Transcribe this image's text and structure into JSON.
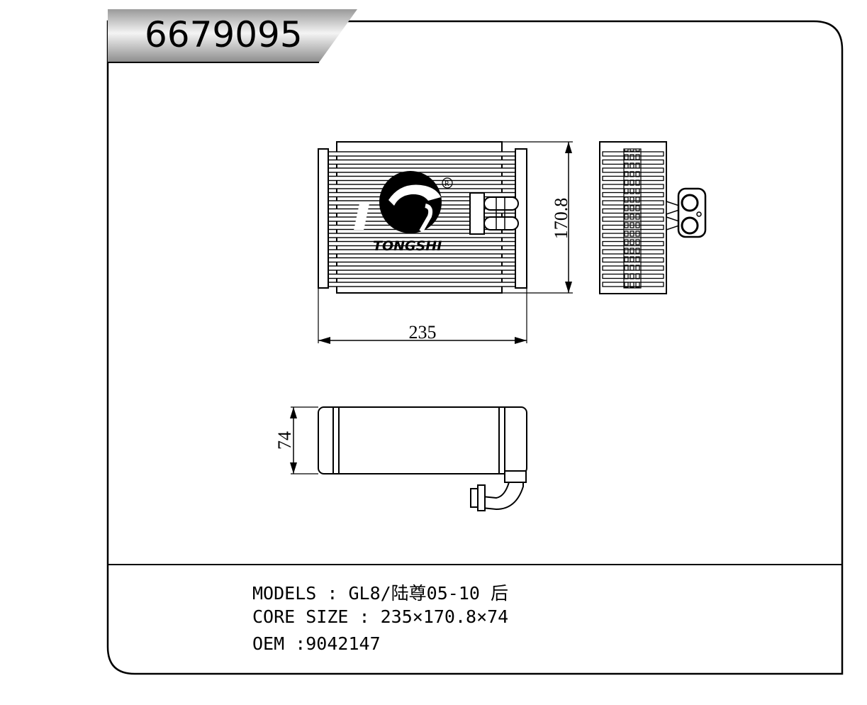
{
  "part_number": "6679095",
  "brand": {
    "name": "TONGSHI",
    "registered_mark": "R"
  },
  "dimensions": {
    "width": "235",
    "height": "170.8",
    "depth": "74"
  },
  "specs": {
    "models": "MODELS : GL8/陆尊05-10 后",
    "core_size": "CORE SIZE : 235×170.8×74",
    "oem": "OEM :9042147"
  }
}
